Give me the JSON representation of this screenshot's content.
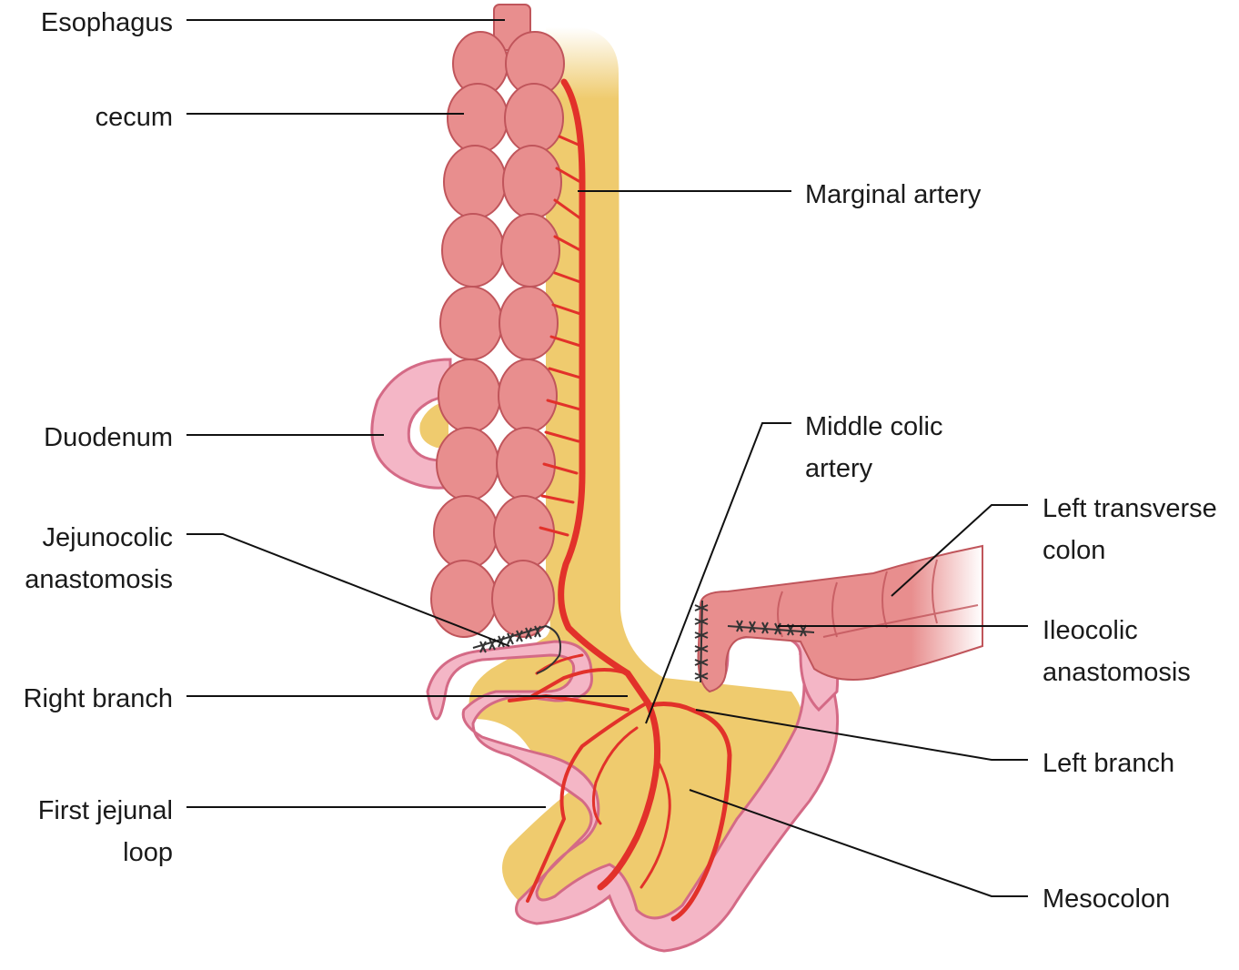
{
  "labels": {
    "esophagus": "Esophagus",
    "cecum": "cecum",
    "marginal_artery": "Marginal artery",
    "duodenum": "Duodenum",
    "middle_colic_1": "Middle colic",
    "middle_colic_2": "artery",
    "left_transverse_1": "Left transverse",
    "left_transverse_2": "colon",
    "jejunocolic_1": "Jejunocolic",
    "jejunocolic_2": "anastomosis",
    "ileocolic_1": "Ileocolic",
    "ileocolic_2": "anastomosis",
    "right_branch": "Right branch",
    "left_branch": "Left branch",
    "first_jejunal_1": "First jejunal",
    "first_jejunal_2": "loop",
    "mesocolon": "Mesocolon"
  },
  "colors": {
    "colon_fill": "#E88E8E",
    "colon_outline": "#C0555B",
    "small_bowel_fill": "#F4B6C6",
    "small_bowel_outline": "#D46A86",
    "mesentery_fill": "#EFCB6E",
    "artery": "#E2312A",
    "suture": "#333333",
    "leader_line": "#111111"
  }
}
